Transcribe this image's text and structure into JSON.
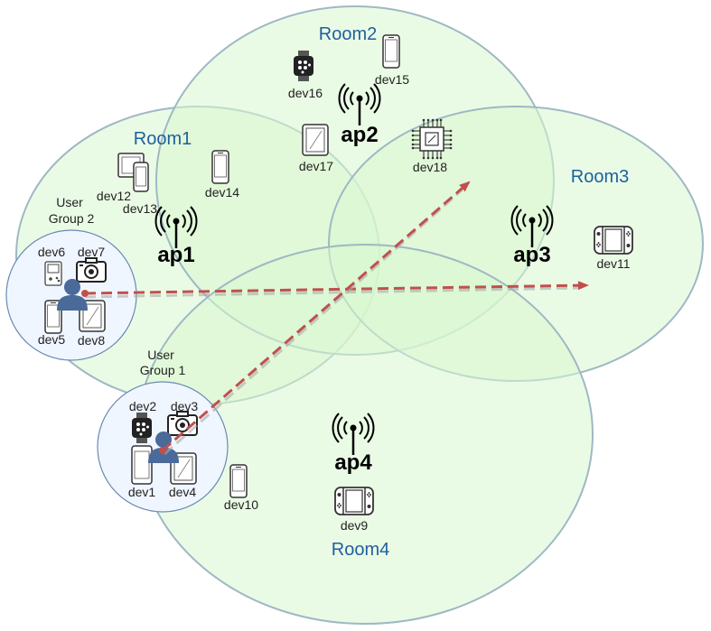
{
  "rooms": {
    "room1": "Room1",
    "room2": "Room2",
    "room3": "Room3",
    "room4": "Room4"
  },
  "aps": {
    "ap1": "ap1",
    "ap2": "ap2",
    "ap3": "ap3",
    "ap4": "ap4"
  },
  "groups": {
    "group1": {
      "line1": "User",
      "line2": "Group 1"
    },
    "group2": {
      "line1": "User",
      "line2": "Group 2"
    }
  },
  "devices": {
    "dev1": "dev1",
    "dev2": "dev2",
    "dev3": "dev3",
    "dev4": "dev4",
    "dev5": "dev5",
    "dev6": "dev6",
    "dev7": "dev7",
    "dev8": "dev8",
    "dev9": "dev9",
    "dev10": "dev10",
    "dev11": "dev11",
    "dev12": "dev12",
    "dev13": "dev13",
    "dev14": "dev14",
    "dev15": "dev15",
    "dev16": "dev16",
    "dev17": "dev17",
    "dev18": "dev18"
  },
  "colors": {
    "room_fill": "#d9f7d0",
    "room_stroke": "#9fb8c4",
    "room_label": "#1f5f9f",
    "arrow": "#c0504d",
    "user": "#4a6a9a"
  }
}
